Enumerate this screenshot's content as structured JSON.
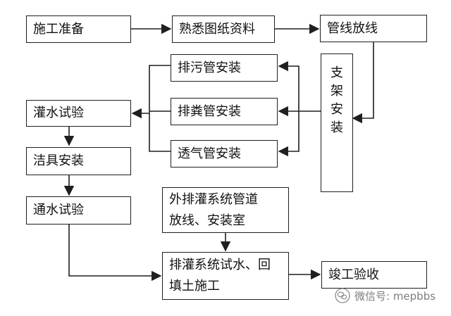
{
  "nodes": {
    "prep": "施工准备",
    "drawings": "熟悉图纸资料",
    "layout": "管线放线",
    "support": [
      "支",
      "架",
      "安",
      "装"
    ],
    "sewage": "排污管安装",
    "feces": "排粪管安装",
    "vent": "透气管安装",
    "irrigation_test": "灌水试验",
    "fixtures": "洁具安装",
    "flow_test": "通水试验",
    "external": [
      "外排灌系统管道",
      "放线、安装室"
    ],
    "system_test": [
      "排灌系统试水、回",
      "填土施工"
    ],
    "acceptance": "竣工验收"
  },
  "watermark": {
    "text": "微信号: mepbbs",
    "icon": "wechat-icon"
  }
}
